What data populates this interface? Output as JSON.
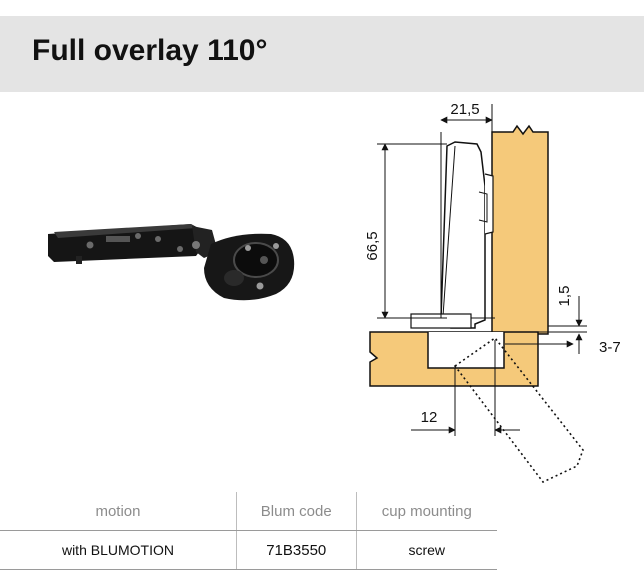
{
  "header": {
    "title": "Full overlay 110°"
  },
  "drawing": {
    "dims": {
      "width": "21,5",
      "height": "66,5",
      "gap": "1,5",
      "overlay": "3-7",
      "offset": "12"
    }
  },
  "table": {
    "headers": [
      "motion",
      "Blum code",
      "cup mounting"
    ],
    "rows": [
      [
        "with BLUMOTION",
        "71B3550",
        "screw"
      ]
    ]
  },
  "colors": {
    "header_band": "#e4e4e4",
    "wood": "#f5c97a",
    "line": "#111111"
  },
  "icons": {
    "product_image": "hinge-photo",
    "technical_drawing": "dimension-drawing"
  }
}
